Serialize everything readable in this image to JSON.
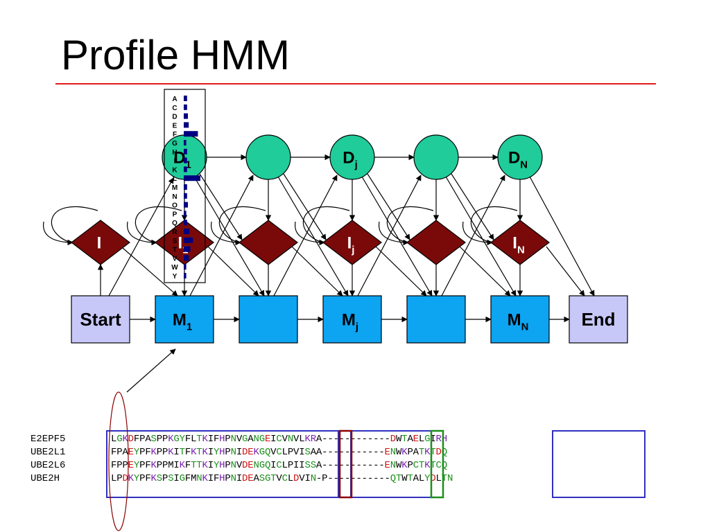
{
  "title": "Profile HMM",
  "colors": {
    "rule": "#e0191c",
    "delete_state": "#1fcc9a",
    "insert_state": "#7a0a0a",
    "match_state": "#0da4f2",
    "start_end": "#c8c8f8",
    "hydrophobic": "#000000",
    "polar": "#1a8f1a",
    "acidic": "#d01010",
    "basic": "#7a1fb0",
    "motif_box": "#3030c0",
    "column_box": "#8b0000",
    "column_box2": "#1a8f1a"
  },
  "nodes": {
    "delete": [
      {
        "label": "D",
        "sub": "1"
      },
      {
        "label": "",
        "sub": ""
      },
      {
        "label": "D",
        "sub": "j"
      },
      {
        "label": "",
        "sub": ""
      },
      {
        "label": "D",
        "sub": "N"
      }
    ],
    "insert": [
      {
        "label": "I",
        "sub": ""
      },
      {
        "label": "I",
        "sub": "1"
      },
      {
        "label": "",
        "sub": ""
      },
      {
        "label": "I",
        "sub": "j"
      },
      {
        "label": "",
        "sub": ""
      },
      {
        "label": "I",
        "sub": "N"
      }
    ],
    "match": [
      {
        "label": "M",
        "sub": "1"
      },
      {
        "label": "",
        "sub": ""
      },
      {
        "label": "M",
        "sub": "j"
      },
      {
        "label": "",
        "sub": ""
      },
      {
        "label": "M",
        "sub": "N"
      }
    ],
    "start": "Start",
    "end": "End"
  },
  "emission_profile": {
    "letters": [
      "A",
      "C",
      "D",
      "E",
      "F",
      "G",
      "H",
      "I",
      "K",
      "L",
      "M",
      "N",
      "O",
      "P",
      "Q",
      "R",
      "S",
      "T",
      "V",
      "W",
      "Y"
    ],
    "bars": [
      0.2,
      0.2,
      0.25,
      0.3,
      0.85,
      0.15,
      0.2,
      0.2,
      0.2,
      1.0,
      0.2,
      0.2,
      0.25,
      0.15,
      0.2,
      0.35,
      0.55,
      0.4,
      0.3,
      0.15,
      0.15
    ]
  },
  "alignment": {
    "names": [
      "E2EPF5",
      "UBE2L1",
      "UBE2L6",
      "UBE2H"
    ],
    "rows": [
      "LGKDFPASPPKGYFLTKIFHPNVGANGEICVNVLKRA------------DWTAELGIRH",
      "FPAEYPFKPPKITFKTKIYHPNIDEKGQVCLPVISAA-----------ENWKPATKTDQ",
      "FPPEYPFKPPMIKFTTKIYHPNVDENGQICLPIISSA-----------ENWKPCTKTCQ",
      "LPDKYPFKSPSIGFMNKIFHPNIDEASGTVCLDVIN-P-----------QTWTALYDLTN"
    ]
  }
}
